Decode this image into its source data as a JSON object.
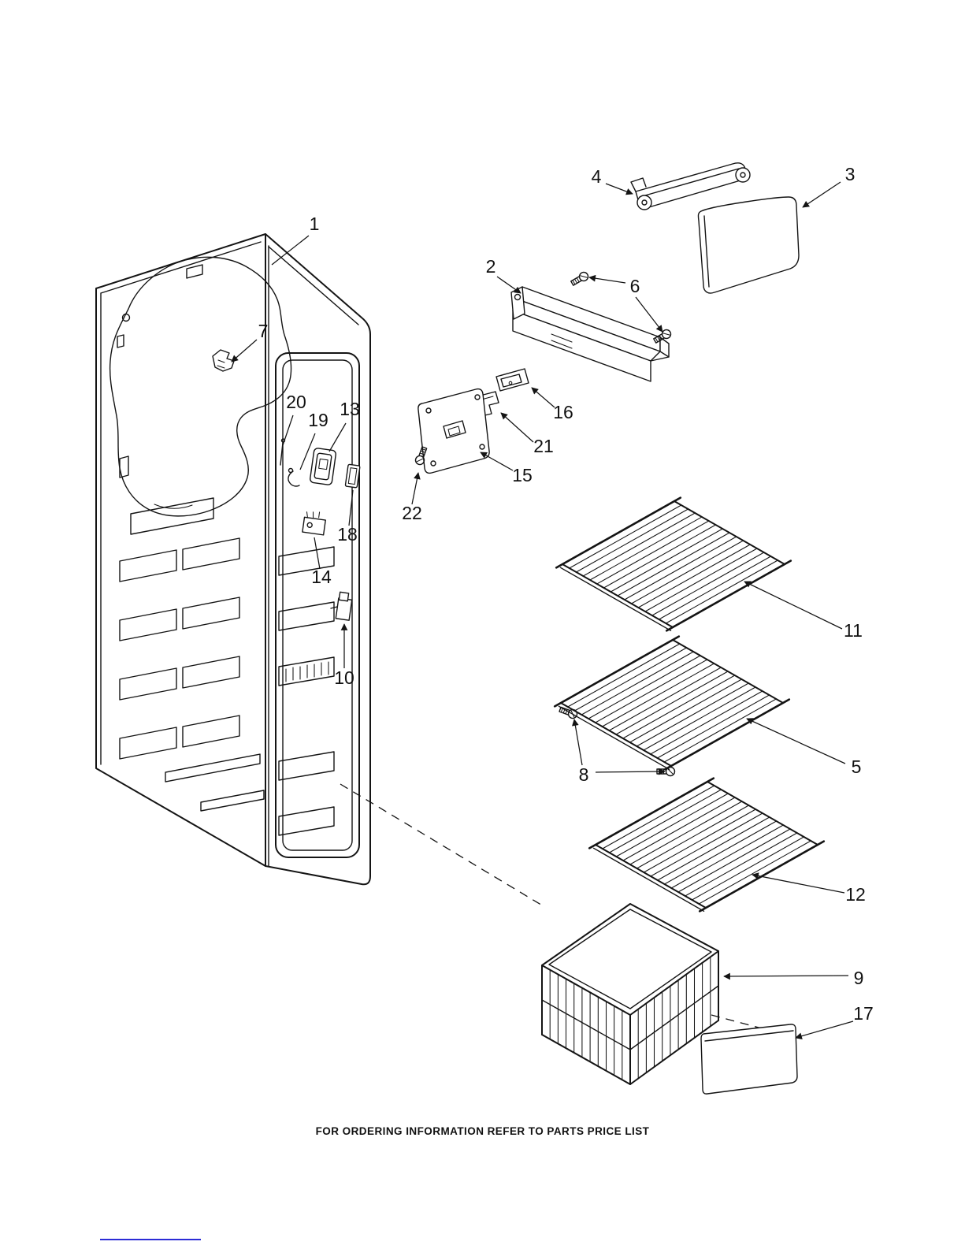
{
  "page": {
    "background": "#ffffff",
    "footer_note": "FOR ORDERING INFORMATION REFER TO PARTS PRICE LIST"
  },
  "diagram": {
    "line_color": "#141414",
    "link_color": "#2b2bd6",
    "callouts": {
      "c1": "1",
      "c2": "2",
      "c3": "3",
      "c4": "4",
      "c5": "5",
      "c6": "6",
      "c7": "7",
      "c8": "8",
      "c9": "9",
      "c10": "10",
      "c11": "11",
      "c12": "12",
      "c13": "13",
      "c14": "14",
      "c15": "15",
      "c16": "16",
      "c17": "17",
      "c18": "18",
      "c19": "19",
      "c20": "20",
      "c21": "21",
      "c22": "22"
    }
  }
}
